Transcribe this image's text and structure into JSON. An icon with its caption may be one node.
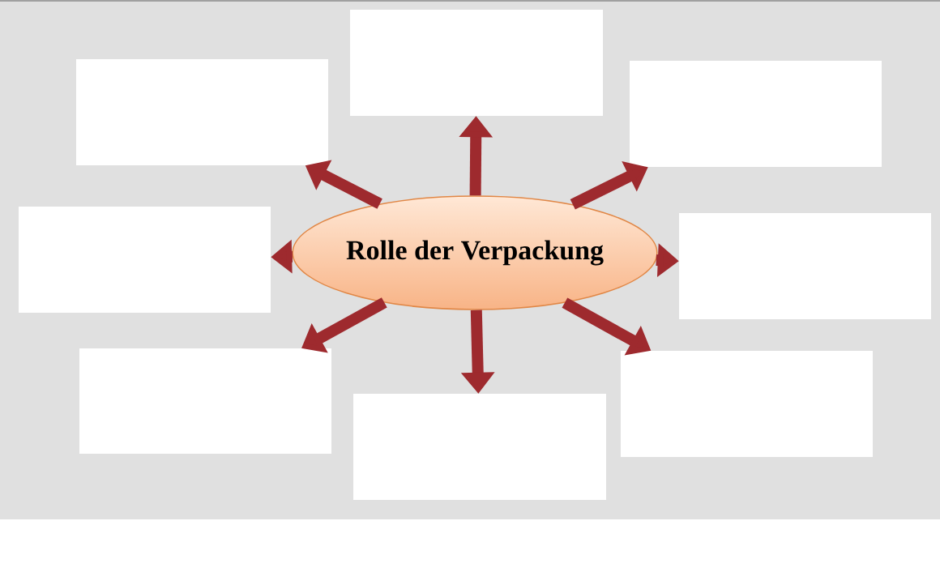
{
  "diagram": {
    "nodes": [
      {
        "text": [
          "Rolle der Verpackung"
        ]
      },
      {
        "text": [],
        "shape": "box"
      },
      {
        "text": [],
        "shape": "box"
      },
      {
        "text": [],
        "shape": "box"
      },
      {
        "text": [],
        "shape": "box"
      },
      {
        "text": [],
        "shape": "box"
      },
      {
        "text": [],
        "shape": "box"
      },
      {
        "text": [],
        "shape": "box"
      },
      {
        "text": [],
        "shape": "box"
      }
    ],
    "edges": [
      {
        "from": 0,
        "to": 1,
        "arrow": "to"
      },
      {
        "from": 0,
        "to": 2,
        "arrow": "to"
      },
      {
        "from": 0,
        "to": 3,
        "arrow": "to"
      },
      {
        "from": 0,
        "to": 4,
        "arrow": "to"
      },
      {
        "from": 0,
        "to": 5,
        "arrow": "to"
      },
      {
        "from": 0,
        "to": 6,
        "arrow": "to"
      },
      {
        "from": 0,
        "to": 7,
        "arrow": "to"
      },
      {
        "from": 0,
        "to": 8,
        "arrow": "to"
      }
    ]
  }
}
